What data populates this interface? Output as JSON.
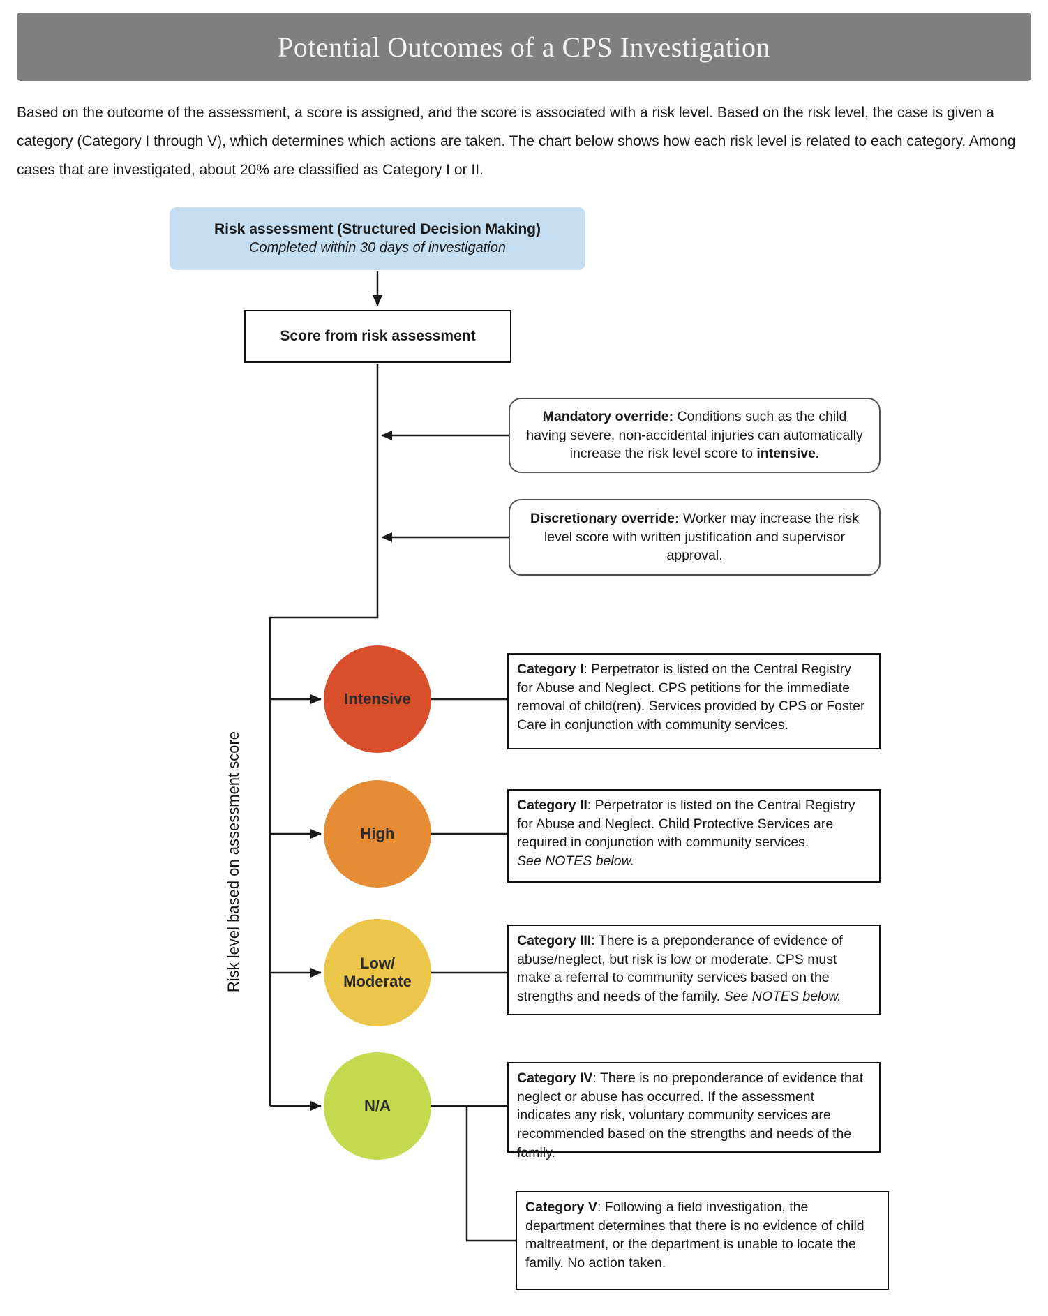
{
  "header": {
    "title": "Potential Outcomes of a CPS Investigation"
  },
  "intro": "Based on the outcome of the assessment, a score is assigned, and the score is associated with a risk level. Based on the risk level, the case is given a category (Category I through V), which determines which actions are taken. The chart below shows how each risk level is related to each category. Among cases that are investigated, about 20% are classified as Category I or II.",
  "colors": {
    "header_bg": "#7f7f7f",
    "risk_assessment_bg": "#c6def2",
    "intensive": "#d94f2b",
    "high": "#e68c34",
    "low_moderate": "#ecc64a",
    "na": "#c4d94e"
  },
  "flow": {
    "risk_assessment": {
      "title": "Risk assessment (Structured Decision Making)",
      "subtitle": "Completed within 30 days of investigation"
    },
    "score_box": "Score from risk assessment",
    "overrides": [
      {
        "label": "Mandatory override:",
        "text": " Conditions such as the child having severe, non-accidental injuries can automatically increase the risk level score to ",
        "emphasis": "intensive."
      },
      {
        "label": "Discretionary override:",
        "text": " Worker may increase the risk level score with written justification and supervisor approval.",
        "emphasis": ""
      }
    ],
    "axis_label": "Risk level based on assessment score",
    "levels": [
      {
        "label": "Intensive",
        "color": "#d94f2b"
      },
      {
        "label": "High",
        "color": "#e68c34"
      },
      {
        "label": "Low/\nModerate",
        "color": "#ecc64a"
      },
      {
        "label": "N/A",
        "color": "#c4d94e"
      }
    ],
    "categories": [
      {
        "title": "Category I",
        "body": ": Perpetrator is listed on the Central Registry for Abuse and Neglect. CPS petitions for the immediate removal of child(ren). Services provided by CPS or Foster Care in conjunction with community services."
      },
      {
        "title": "Category II",
        "body": ": Perpetrator is listed on the Central Registry for Abuse and Neglect. Child Protective Services are required in conjunction with community services.",
        "note_block": "See NOTES below."
      },
      {
        "title": "Category III",
        "body": ": There is a preponderance of evidence of abuse/neglect, but risk is low or moderate. CPS must make a referral to community services based on the strengths and needs of the family. ",
        "note_inline": "See NOTES below."
      },
      {
        "title": "Category IV",
        "body": ": There is no preponderance of evidence that neglect or abuse has occurred. If the assessment indicates any risk, voluntary community services are recommended based on the strengths and needs of the family."
      },
      {
        "title": "Category V",
        "body": ": Following a field investigation, the department determines that there is no evidence of child maltreatment, or the department is unable to locate the family. No action taken."
      }
    ]
  }
}
